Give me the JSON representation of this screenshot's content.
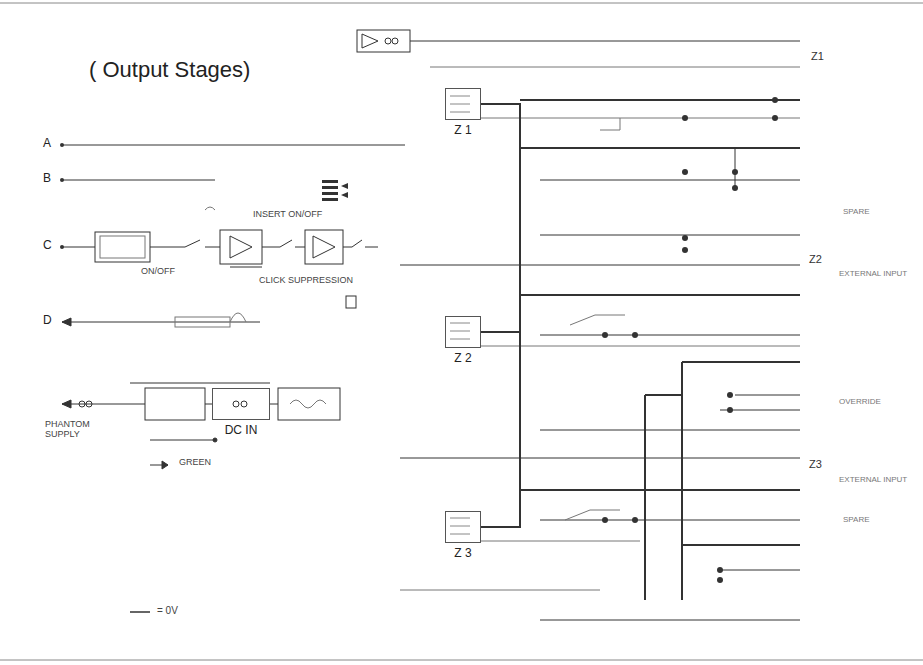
{
  "diagram": {
    "title": "( Output Stages)",
    "nodes": [
      {
        "text": [
          "Z 1"
        ]
      },
      {
        "text": [
          "Z 2"
        ]
      },
      {
        "text": [
          "Z 3"
        ]
      },
      {
        "text": [
          "DC IN"
        ]
      }
    ],
    "edges": [
      {
        "from": 0,
        "to": 1,
        "arrow": "none"
      },
      {
        "from": 1,
        "to": 2,
        "arrow": "none"
      }
    ],
    "labels": [
      "A",
      "B",
      "C",
      "D",
      "ON/OFF",
      "INSERT ON/OFF",
      "CLICK SUPPRESSION",
      "PHANTOM SUPPLY",
      "GREEN",
      "Z1",
      "Z2",
      "Z3",
      "SPARE",
      "EXTERNAL INPUT",
      "OVERRIDE",
      "EXTERNAL INPUT",
      "SPARE"
    ],
    "legend": [
      {
        "text": "= 0V"
      }
    ]
  }
}
